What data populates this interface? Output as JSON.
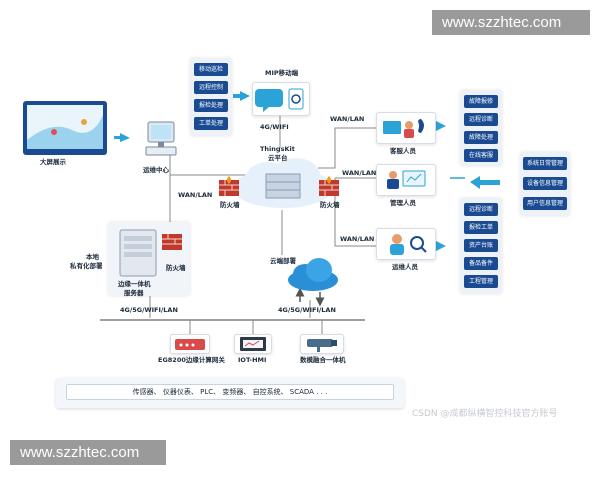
{
  "watermarks": {
    "top": "www.szzhtec.com",
    "bottom": "www.szzhtec.com",
    "csdn": "CSDN @成都纵横智控科技官方账号"
  },
  "nodes": {
    "big_screen": "大屏展示",
    "ops_center": "运维中心",
    "mip": "MIP移动端",
    "cloud_platform_1": "ThingsKit",
    "cloud_platform_2": "云平台",
    "firewall_left": "防火墙",
    "firewall_right": "防火墙",
    "firewall_local": "防火墙",
    "local_deploy_1": "本地",
    "local_deploy_2": "私有化部署",
    "edge_server_1": "边缘一体机",
    "edge_server_2": "服务器",
    "cloud_deploy": "云端部署",
    "customer_service": "客服人员",
    "admin": "管理人员",
    "ops_staff": "运维人员",
    "gateway": "EG8200边缘计算网关",
    "hmi": "IOT-HMI",
    "data_machine": "数模融合一体机",
    "devices": "传感器、 仪器仪表、 PLC、 变频器、 自控系统、 SCADA . . ."
  },
  "links": {
    "mip_net": "4G/WIFI",
    "wan_customer": "WAN/LAN",
    "wan_admin": "WAN/LAN",
    "wan_ops": "WAN/LAN",
    "wan_left": "WAN/LAN",
    "local_net": "4G/5G/WIFI/LAN",
    "cloud_net": "4G/5G/WIFI/LAN"
  },
  "mip_menu": [
    "移动巡检",
    "远程控制",
    "报检处理",
    "工单处理"
  ],
  "customer_menu": [
    "故障报修",
    "远程诊断",
    "故障处理",
    "在线客服"
  ],
  "admin_menu": [
    "系统日常管理",
    "设备信息管理",
    "用户信息管理"
  ],
  "ops_menu": [
    "远程诊断",
    "报检工单",
    "资产台账",
    "备品备件",
    "工程管理"
  ],
  "colors": {
    "primary": "#1a4b92",
    "accent": "#2ba3d6",
    "firewall": "#c0392b",
    "panel": "#edf2f8"
  }
}
